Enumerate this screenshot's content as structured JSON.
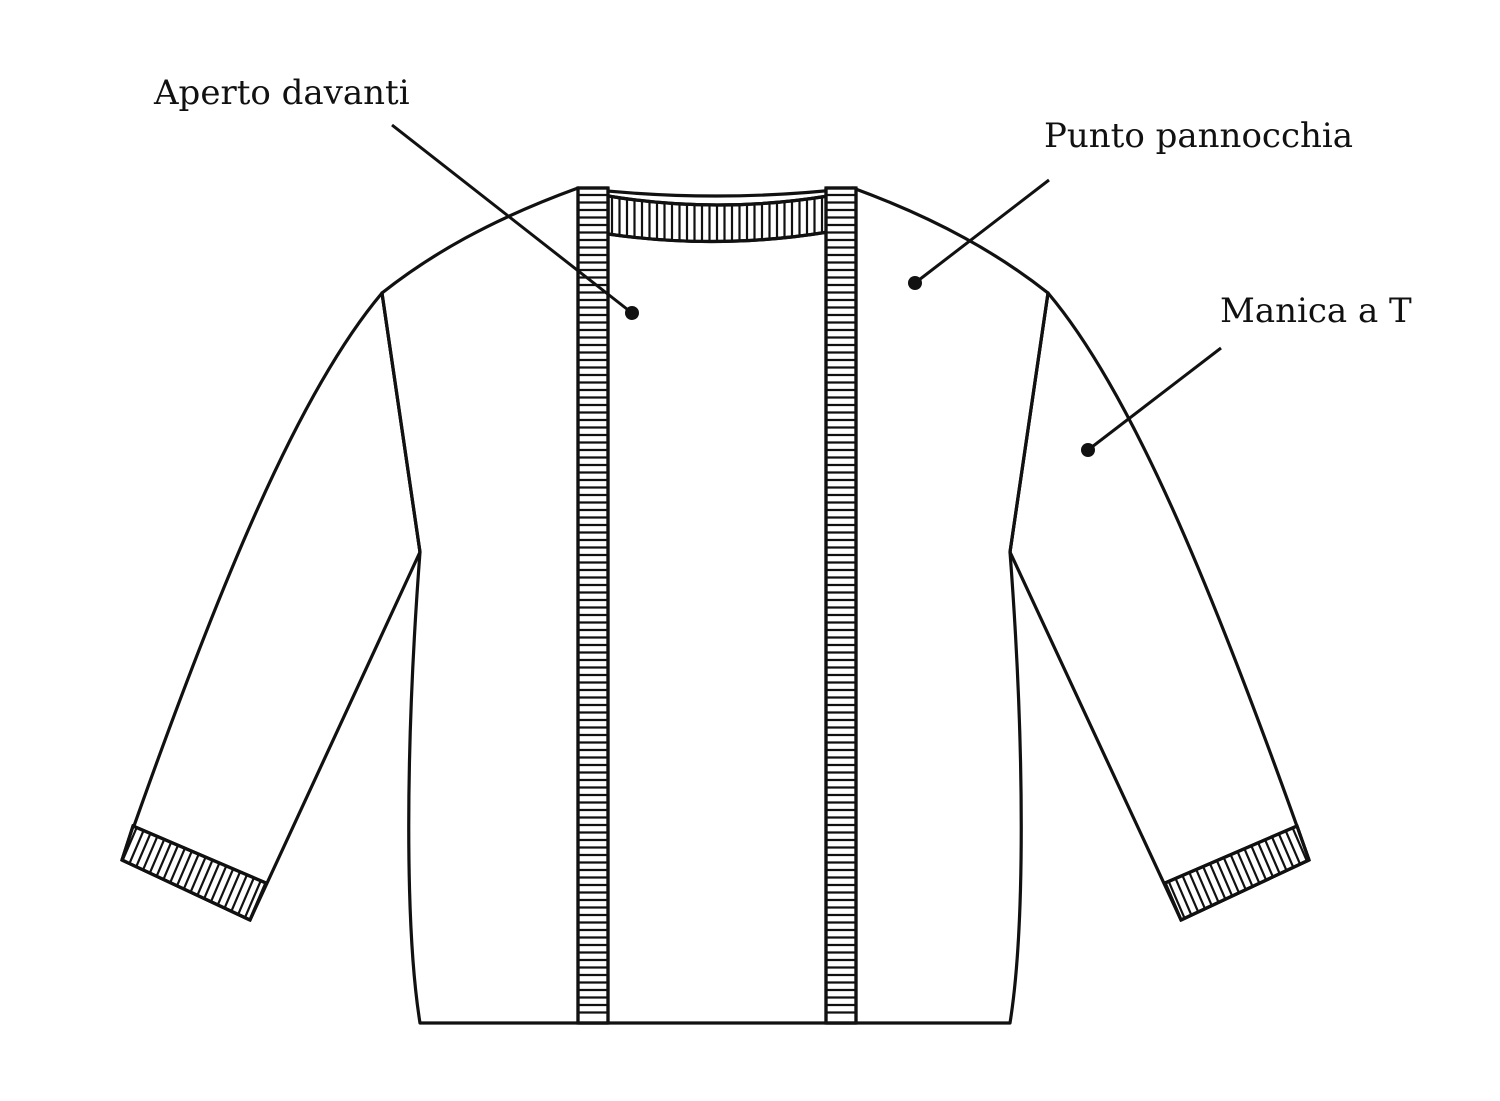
{
  "diagram": {
    "callouts": [
      {
        "id": "open-front",
        "label": "Aperto davanti"
      },
      {
        "id": "stitch",
        "label": "Punto pannocchia"
      },
      {
        "id": "sleeve",
        "label": "Manica a T"
      }
    ],
    "colors": {
      "stroke": "#111111",
      "background": "#ffffff"
    }
  }
}
